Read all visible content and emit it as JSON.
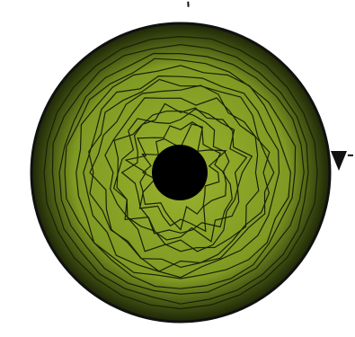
{
  "diagram": {
    "kind": "concentric-rings-rotation",
    "icons": {
      "rotation_arrow": "clockwise-arrow-icon",
      "central_hole": "hole-icon"
    },
    "colors": {
      "disc_center": "#9bb32e",
      "disc_mid": "#7f9a23",
      "disc_edge": "#1d2607",
      "disc_outline": "#111111",
      "ring_stroke": "#1a1f08",
      "hole": "#000000",
      "dashed_arrow": "#111111"
    },
    "ring_count": 14,
    "arrow_direction": "clockwise"
  }
}
